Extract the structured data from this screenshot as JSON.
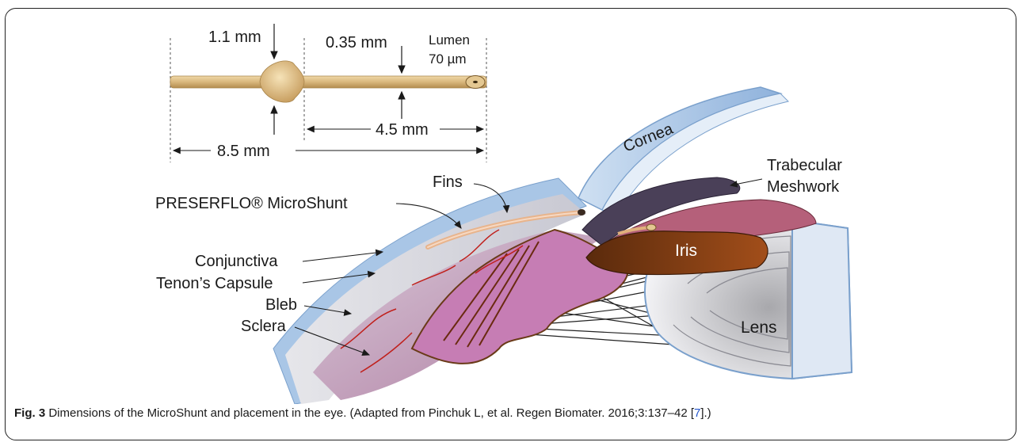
{
  "shunt_dimensions": {
    "bulb_diameter": "1.1 mm",
    "tube_diameter": "0.35 mm",
    "lumen_title": "Lumen",
    "lumen_value": "70 µm",
    "fin_to_tip_length": "4.5 mm",
    "total_length": "8.5 mm"
  },
  "anatomy_labels": {
    "fins": "Fins",
    "microshunt": "PRESERFLO® MicroShunt",
    "conjunctiva": "Conjunctiva",
    "tenon": "Tenon’s Capsule",
    "bleb": "Bleb",
    "sclera": "Sclera",
    "cornea": "Cornea",
    "trabecular_line1": "Trabecular",
    "trabecular_line2": "Meshwork",
    "iris": "Iris",
    "lens": "Lens"
  },
  "caption": {
    "label": "Fig. 3",
    "text_before_ref": " Dimensions of the MicroShunt and placement in the eye. (Adapted from Pinchuk L, et al. Regen Biomater. 2016;3:137–42 [",
    "ref": "7",
    "text_after_ref": "].)"
  },
  "colors": {
    "shunt_tan": "#d9b77c",
    "cornea_blue": "#a9c6e6",
    "sclera_pink": "#c79ab7",
    "iris_brown": "#7a3a12",
    "vessel_red": "#c0201c"
  }
}
